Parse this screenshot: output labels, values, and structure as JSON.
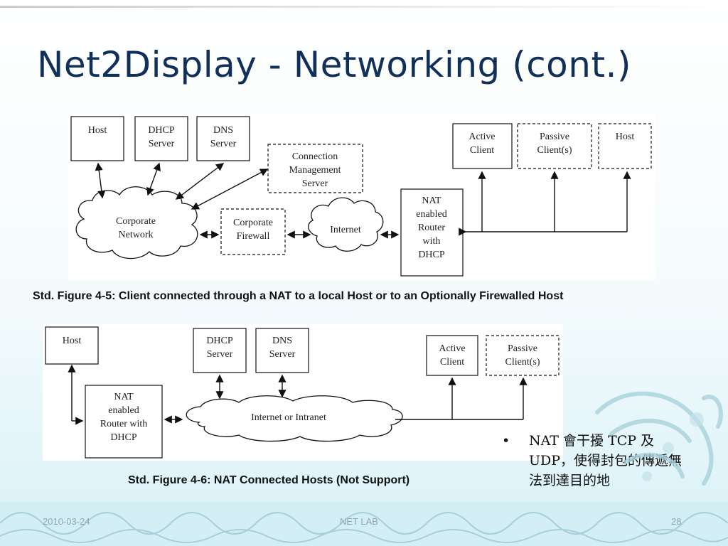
{
  "slide": {
    "title": "Net2Display - Networking (cont.)"
  },
  "figure1": {
    "caption": "Std. Figure 4-5: Client connected through a NAT to a local Host or to an Optionally Firewalled Host",
    "nodes": {
      "host": "Host",
      "dhcp_l1": "DHCP",
      "dhcp_l2": "Server",
      "dns_l1": "DNS",
      "dns_l2": "Server",
      "cms_l1": "Connection",
      "cms_l2": "Management",
      "cms_l3": "Server",
      "corp_net_l1": "Corporate",
      "corp_net_l2": "Network",
      "corp_fw_l1": "Corporate",
      "corp_fw_l2": "Firewall",
      "internet": "Internet",
      "nat_l1": "NAT",
      "nat_l2": "enabled",
      "nat_l3": "Router",
      "nat_l4": "with",
      "nat_l5": "DHCP",
      "active_l1": "Active",
      "active_l2": "Client",
      "passive_l1": "Passive",
      "passive_l2": "Client(s)",
      "host2": "Host"
    }
  },
  "figure2": {
    "caption": "Std. Figure 4-6: NAT Connected Hosts (Not Support)",
    "nodes": {
      "host": "Host",
      "nat_l1": "NAT",
      "nat_l2": "enabled",
      "nat_l3": "Router with",
      "nat_l4": "DHCP",
      "dhcp_l1": "DHCP",
      "dhcp_l2": "Server",
      "dns_l1": "DNS",
      "dns_l2": "Server",
      "cloud": "Internet or Intranet",
      "active_l1": "Active",
      "active_l2": "Client",
      "passive_l1": "Passive",
      "passive_l2": "Client(s)"
    }
  },
  "bullet": {
    "symbol": "•",
    "text": "NAT 會干擾 TCP 及 UDP，使得封包的傳遞無法到達目的地"
  },
  "footer": {
    "date": "2010-03-24",
    "center": "NET LAB",
    "page": "28"
  }
}
